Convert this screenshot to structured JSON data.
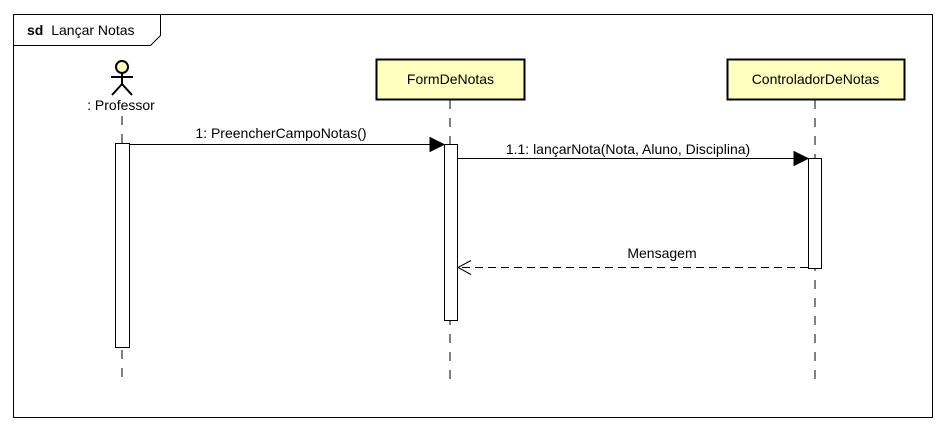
{
  "frame": {
    "keyword": "sd",
    "title": "Lançar Notas"
  },
  "colors": {
    "lifeline_box_fill": "#FFFFC0",
    "actor_head_fill": "#FFFFC0",
    "stroke": "#000000",
    "background": "#FFFFFF"
  },
  "lifelines": [
    {
      "id": "professor",
      "kind": "actor",
      "label": ": Professor"
    },
    {
      "id": "form",
      "kind": "object",
      "label": "FormDeNotas"
    },
    {
      "id": "controlador",
      "kind": "object",
      "label": "ControladorDeNotas"
    }
  ],
  "messages": [
    {
      "id": "m1",
      "label": "1: PreencherCampoNotas()",
      "from": "professor",
      "to": "form",
      "type": "sync"
    },
    {
      "id": "m2",
      "label": "1.1: lançarNota(Nota, Aluno, Disciplina)",
      "from": "form",
      "to": "controlador",
      "type": "sync"
    },
    {
      "id": "m3",
      "label": "Mensagem",
      "from": "controlador",
      "to": "form",
      "type": "reply"
    }
  ]
}
